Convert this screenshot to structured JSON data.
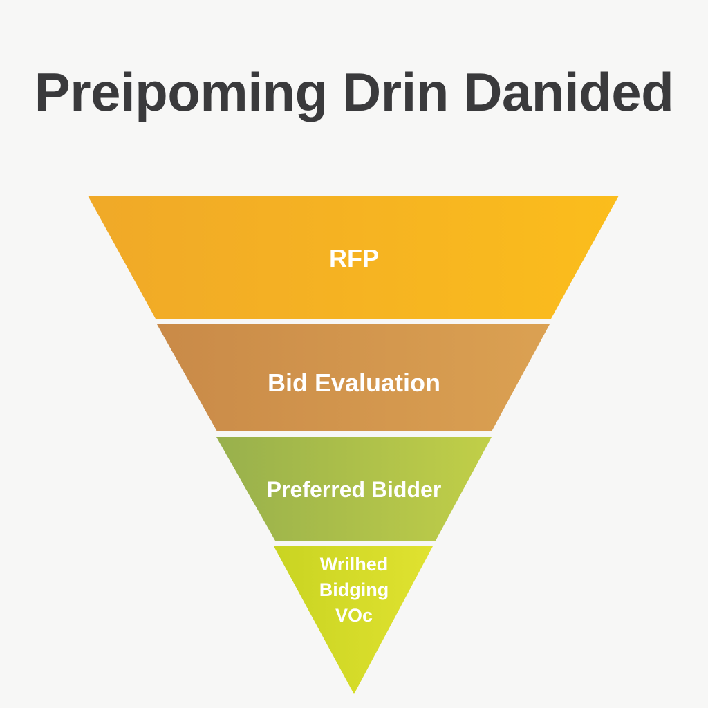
{
  "title": "Preipoming Drin Danided",
  "stages": [
    {
      "label": "RFP",
      "color": "#f6b01c"
    },
    {
      "label": "Bid Evaluation",
      "color": "#d49a4c"
    },
    {
      "label": "Preferred Bidder",
      "color": "#acc54a"
    },
    {
      "label_lines": [
        "Wrilhed",
        "Bidging",
        "VOc"
      ],
      "color": "#d5dc26"
    }
  ]
}
